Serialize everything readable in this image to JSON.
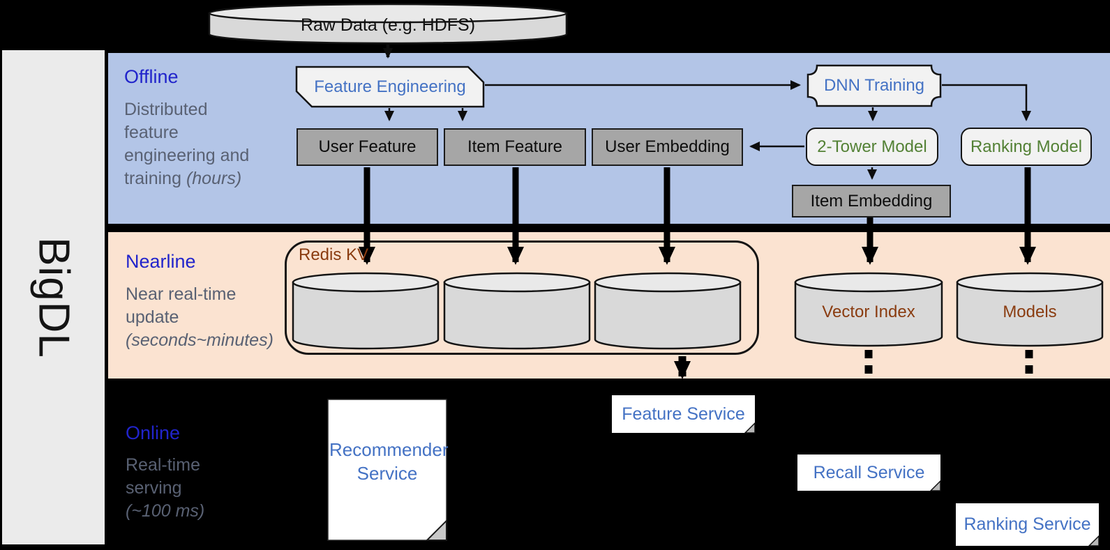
{
  "brand": {
    "name": "BigDL"
  },
  "raw_data": {
    "label": "Raw Data (e.g. HDFS)"
  },
  "sections": {
    "offline": {
      "title": "Offline",
      "desc": "Distributed feature engineering and training",
      "desc_italic": "(hours)"
    },
    "nearline": {
      "title": "Nearline",
      "desc": "Near real-time update",
      "desc_italic": "(seconds~minutes)"
    },
    "online": {
      "title": "Online",
      "desc": "Real-time serving",
      "desc_italic": "(~100 ms)"
    }
  },
  "offline": {
    "feature_engineering": "Feature Engineering",
    "dnn_training": "DNN Training",
    "user_feature": "User Feature",
    "item_feature": "Item Feature",
    "user_embedding": "User Embedding",
    "two_tower_model": "2-Tower Model",
    "ranking_model": "Ranking Model",
    "item_embedding": "Item Embedding"
  },
  "nearline": {
    "redis_kv": "Redis KV",
    "vector_index": "Vector Index",
    "models": "Models"
  },
  "online": {
    "recommender_service": "Recommender Service",
    "feature_service": "Feature Service",
    "recall_service": "Recall Service",
    "ranking_service": "Ranking Service"
  },
  "colors": {
    "background": "#000000",
    "sidebar": "#ebebeb",
    "offline_band": "#b3c5e7",
    "nearline_band": "#fbe3d1",
    "section_title_blue": "#2124cb",
    "description_gray": "#596173",
    "box_label_blue": "#4472c4",
    "model_label_green": "#538135",
    "storage_label_brown": "#8a3c10",
    "dark_gray_box": "#a6a6a6",
    "light_gray_box": "#f2f2f2",
    "cylinder_body": "#d9d9d9",
    "cylinder_top": "#e9e9e9"
  }
}
